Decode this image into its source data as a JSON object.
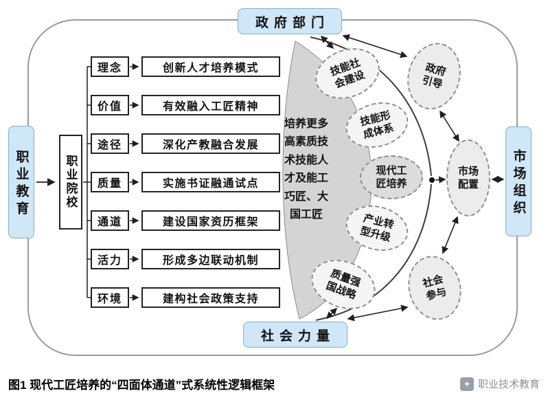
{
  "figure": {
    "caption": "图1  现代工匠培养的“四面体通道”式系统性逻辑框架",
    "watermark": "职业技术教育"
  },
  "nodes": {
    "government": "政府部门",
    "society": "社会力量",
    "vocational_education": "职业教育",
    "vocational_college": "职业院校",
    "market_org": "市场组织"
  },
  "rows": [
    {
      "key": "理念",
      "value": "创新人才培养模式"
    },
    {
      "key": "价值",
      "value": "有效融入工匠精神"
    },
    {
      "key": "途径",
      "value": "深化产教融合发展"
    },
    {
      "key": "质量",
      "value": "实施书证融通试点"
    },
    {
      "key": "通道",
      "value": "建设国家资历框架"
    },
    {
      "key": "活力",
      "value": "形成多边联动机制"
    },
    {
      "key": "环境",
      "value": "建构社会政策支持"
    }
  ],
  "channel": {
    "core_text": "培养更多高素质技术技能人才及能工巧匠、大国工匠"
  },
  "channel_ellipses": [
    {
      "label": "技能社会建设"
    },
    {
      "label": "技能形成体系"
    },
    {
      "label": "现代工匠培养"
    },
    {
      "label": "产业转型升级"
    },
    {
      "label": "质量强国战略"
    }
  ],
  "side_ellipses": [
    {
      "label": "政府引导"
    },
    {
      "label": "市场配置"
    },
    {
      "label": "社会参与"
    }
  ],
  "colors": {
    "node_fill": "#cfe7f7",
    "node_border": "#85aec9",
    "crescent_fill": "#d4d4d4",
    "ellipse_fill": "#f5f5f5",
    "ellipse_highlight": "#dcdcdc",
    "line": "#1f1f1f",
    "frame_border": "#9a9a9a"
  }
}
